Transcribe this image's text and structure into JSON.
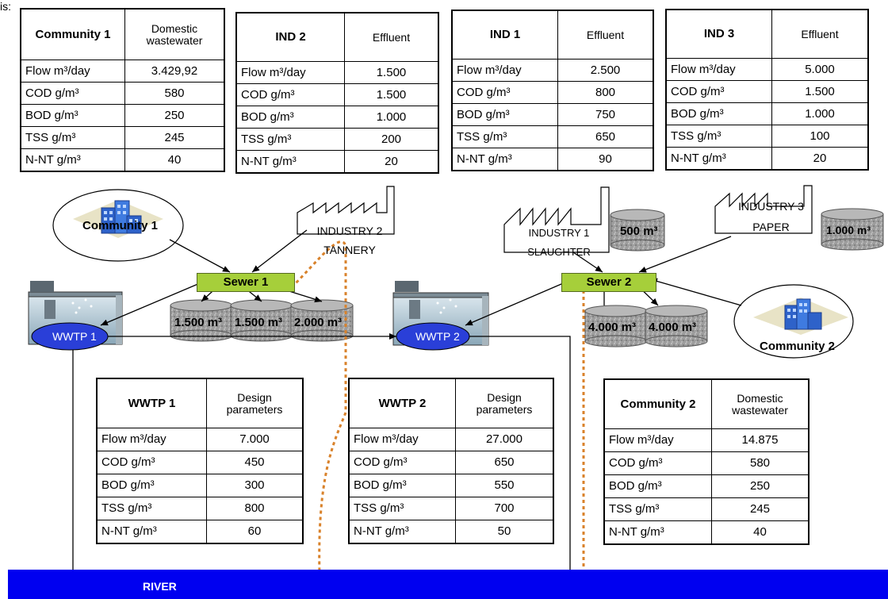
{
  "top_fragment": "is:",
  "tables": {
    "community1": {
      "title": "Community 1",
      "col2": [
        "Domestic",
        "wastewater"
      ],
      "rows": [
        {
          "label": "Flow m³/day",
          "value": "3.429,92"
        },
        {
          "label": "COD g/m³",
          "value": "580"
        },
        {
          "label": "BOD g/m³",
          "value": "250"
        },
        {
          "label": "TSS g/m³",
          "value": "245"
        },
        {
          "label": "N-NT g/m³",
          "value": "40"
        }
      ]
    },
    "ind2": {
      "title": "IND 2",
      "col2": [
        "Effluent"
      ],
      "rows": [
        {
          "label": "Flow m³/day",
          "value": "1.500"
        },
        {
          "label": "COD g/m³",
          "value": "1.500"
        },
        {
          "label": "BOD g/m³",
          "value": "1.000"
        },
        {
          "label": "TSS g/m³",
          "value": "200"
        },
        {
          "label": "N-NT g/m³",
          "value": "20"
        }
      ]
    },
    "ind1": {
      "title": "IND 1",
      "col2": [
        "Effluent"
      ],
      "rows": [
        {
          "label": "Flow m³/day",
          "value": "2.500"
        },
        {
          "label": "COD g/m³",
          "value": "800"
        },
        {
          "label": "BOD g/m³",
          "value": "750"
        },
        {
          "label": "TSS g/m³",
          "value": "650"
        },
        {
          "label": "N-NT g/m³",
          "value": "90"
        }
      ]
    },
    "ind3": {
      "title": "IND 3",
      "col2": [
        "Effluent"
      ],
      "rows": [
        {
          "label": "Flow m³/day",
          "value": "5.000"
        },
        {
          "label": "COD g/m³",
          "value": "1.500"
        },
        {
          "label": "BOD g/m³",
          "value": "1.000"
        },
        {
          "label": "TSS g/m³",
          "value": "100"
        },
        {
          "label": "N-NT g/m³",
          "value": "20"
        }
      ]
    },
    "wwtp1": {
      "title": "WWTP 1",
      "col2": [
        "Design",
        "parameters"
      ],
      "rows": [
        {
          "label": "Flow m³/day",
          "value": "7.000"
        },
        {
          "label": "COD g/m³",
          "value": "450"
        },
        {
          "label": "BOD g/m³",
          "value": "300"
        },
        {
          "label": "TSS g/m³",
          "value": "800"
        },
        {
          "label": "N-NT g/m³",
          "value": "60"
        }
      ]
    },
    "wwtp2": {
      "title": "WWTP 2",
      "col2": [
        "Design",
        "parameters"
      ],
      "rows": [
        {
          "label": "Flow m³/day",
          "value": "27.000"
        },
        {
          "label": "COD g/m³",
          "value": "650"
        },
        {
          "label": "BOD g/m³",
          "value": "550"
        },
        {
          "label": "TSS g/m³",
          "value": "700"
        },
        {
          "label": "N-NT g/m³",
          "value": "50"
        }
      ]
    },
    "community2": {
      "title": "Community 2",
      "col2": [
        "Domestic",
        "wastewater"
      ],
      "rows": [
        {
          "label": "Flow m³/day",
          "value": "14.875"
        },
        {
          "label": "COD g/m³",
          "value": "580"
        },
        {
          "label": "BOD g/m³",
          "value": "250"
        },
        {
          "label": "TSS g/m³",
          "value": "245"
        },
        {
          "label": "N-NT g/m³",
          "value": "40"
        }
      ]
    }
  },
  "diagram": {
    "community1_label": "Community 1",
    "community2_label": "Community 2",
    "industry2": [
      "INDUSTRY 2",
      "TANNERY"
    ],
    "industry1": [
      "INDUSTRY 1",
      "SLAUGHTER"
    ],
    "industry3": [
      "INDUSTRY 3",
      "PAPER"
    ],
    "sewer1": "Sewer 1",
    "sewer2": "Sewer 2",
    "wwtp1": "WWTP 1",
    "wwtp2": "WWTP 2",
    "tanks_sewer1": [
      "1.500 m³",
      "1.500 m³",
      "2.000 m³"
    ],
    "tanks_sewer2": [
      "4.000 m³",
      "4.000 m³"
    ],
    "tank_ind1": "500 m³",
    "tank_ind3": "1.000 m³",
    "river": "RIVER"
  },
  "colors": {
    "river": "#0000f0",
    "sewer": "#a6cf3a",
    "wwtp_ellipse": "#2a3fd8",
    "dotted_arrow": "#d9822b",
    "tank": "#9a9a9a"
  }
}
